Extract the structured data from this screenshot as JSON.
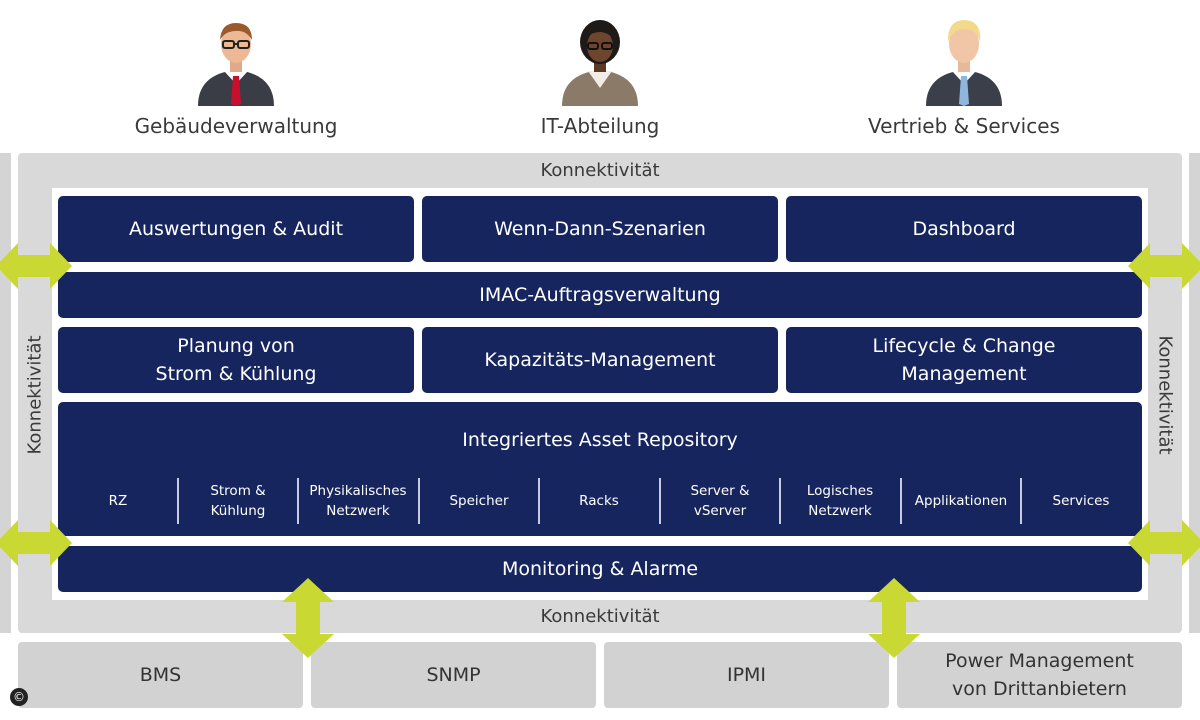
{
  "roles": [
    "Gebäudeverwaltung",
    "IT-Abteilung",
    "Vertrieb & Services"
  ],
  "connectivity": "Konnektivität",
  "top_row": [
    "Auswertungen & Audit",
    "Wenn-Dann-Szenarien",
    "Dashboard"
  ],
  "imac": "IMAC-Auftragsverwaltung",
  "middle_row": [
    {
      "line1": "Planung von",
      "line2": "Strom & Kühlung"
    },
    {
      "line1": "Kapazitäts-Management",
      "line2": ""
    },
    {
      "line1": "Lifecycle & Change",
      "line2": "Management"
    }
  ],
  "repository": {
    "title": "Integriertes Asset Repository",
    "items": [
      {
        "line1": "RZ",
        "line2": ""
      },
      {
        "line1": "Strom &",
        "line2": "Kühlung"
      },
      {
        "line1": "Physikalisches",
        "line2": "Netzwerk"
      },
      {
        "line1": "Speicher",
        "line2": ""
      },
      {
        "line1": "Racks",
        "line2": ""
      },
      {
        "line1": "Server &",
        "line2": "vServer"
      },
      {
        "line1": "Logisches",
        "line2": "Netzwerk"
      },
      {
        "line1": "Applikationen",
        "line2": ""
      },
      {
        "line1": "Services",
        "line2": ""
      }
    ]
  },
  "monitoring": "Monitoring & Alarme",
  "bottom_row": [
    {
      "line1": "BMS",
      "line2": ""
    },
    {
      "line1": "SNMP",
      "line2": ""
    },
    {
      "line1": "IPMI",
      "line2": ""
    },
    {
      "line1": "Power Management",
      "line2": "von Drittanbietern"
    }
  ],
  "copyright": "©",
  "colors": {
    "block": "#16255e",
    "arrow": "#c9d832",
    "frame": "#d9d9d9",
    "bottom": "#d2d2d2"
  },
  "icons": [
    "person-glasses-red-tie-icon",
    "person-woman-icon",
    "person-blonde-blue-tie-icon"
  ]
}
